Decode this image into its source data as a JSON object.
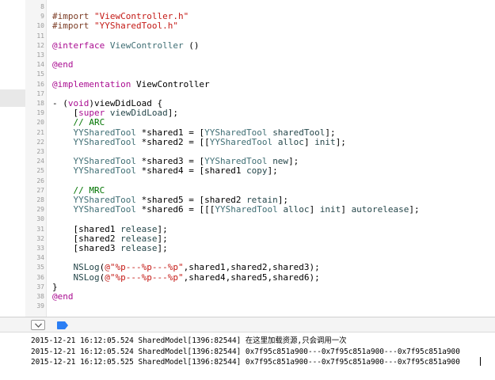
{
  "editor": {
    "lines": [
      {
        "num": "8",
        "tokens": []
      },
      {
        "num": "9",
        "tokens": [
          {
            "t": "dir",
            "v": "#import "
          },
          {
            "t": "str",
            "v": "\"ViewController.h\""
          }
        ]
      },
      {
        "num": "10",
        "tokens": [
          {
            "t": "dir",
            "v": "#import "
          },
          {
            "t": "str",
            "v": "\"YYSharedTool.h\""
          }
        ]
      },
      {
        "num": "11",
        "tokens": []
      },
      {
        "num": "12",
        "tokens": [
          {
            "t": "kw",
            "v": "@interface"
          },
          {
            "t": "pln",
            "v": " "
          },
          {
            "t": "cls",
            "v": "ViewController"
          },
          {
            "t": "pln",
            "v": " ()"
          }
        ]
      },
      {
        "num": "13",
        "tokens": []
      },
      {
        "num": "14",
        "tokens": [
          {
            "t": "kw",
            "v": "@end"
          }
        ]
      },
      {
        "num": "15",
        "tokens": []
      },
      {
        "num": "16",
        "tokens": [
          {
            "t": "kw",
            "v": "@implementation"
          },
          {
            "t": "pln",
            "v": " ViewController"
          }
        ]
      },
      {
        "num": "17",
        "tokens": []
      },
      {
        "num": "18",
        "tokens": [
          {
            "t": "pln",
            "v": "- ("
          },
          {
            "t": "kw",
            "v": "void"
          },
          {
            "t": "pln",
            "v": ")viewDidLoad {"
          }
        ]
      },
      {
        "num": "19",
        "tokens": [
          {
            "t": "pln",
            "v": "    ["
          },
          {
            "t": "kw",
            "v": "super"
          },
          {
            "t": "pln",
            "v": " "
          },
          {
            "t": "meth",
            "v": "viewDidLoad"
          },
          {
            "t": "pln",
            "v": "];"
          }
        ]
      },
      {
        "num": "20",
        "tokens": [
          {
            "t": "pln",
            "v": "    "
          },
          {
            "t": "cmt",
            "v": "// ARC"
          }
        ]
      },
      {
        "num": "21",
        "tokens": [
          {
            "t": "pln",
            "v": "    "
          },
          {
            "t": "cls",
            "v": "YYSharedTool"
          },
          {
            "t": "pln",
            "v": " *shared1 = ["
          },
          {
            "t": "cls",
            "v": "YYSharedTool"
          },
          {
            "t": "pln",
            "v": " "
          },
          {
            "t": "meth",
            "v": "sharedTool"
          },
          {
            "t": "pln",
            "v": "];"
          }
        ]
      },
      {
        "num": "22",
        "tokens": [
          {
            "t": "pln",
            "v": "    "
          },
          {
            "t": "cls",
            "v": "YYSharedTool"
          },
          {
            "t": "pln",
            "v": " *shared2 = [["
          },
          {
            "t": "cls",
            "v": "YYSharedTool"
          },
          {
            "t": "pln",
            "v": " "
          },
          {
            "t": "meth",
            "v": "alloc"
          },
          {
            "t": "pln",
            "v": "] "
          },
          {
            "t": "meth",
            "v": "init"
          },
          {
            "t": "pln",
            "v": "];"
          }
        ]
      },
      {
        "num": "23",
        "tokens": []
      },
      {
        "num": "24",
        "tokens": [
          {
            "t": "pln",
            "v": "    "
          },
          {
            "t": "cls",
            "v": "YYSharedTool"
          },
          {
            "t": "pln",
            "v": " *shared3 = ["
          },
          {
            "t": "cls",
            "v": "YYSharedTool"
          },
          {
            "t": "pln",
            "v": " "
          },
          {
            "t": "meth",
            "v": "new"
          },
          {
            "t": "pln",
            "v": "];"
          }
        ]
      },
      {
        "num": "25",
        "tokens": [
          {
            "t": "pln",
            "v": "    "
          },
          {
            "t": "cls",
            "v": "YYSharedTool"
          },
          {
            "t": "pln",
            "v": " *shared4 = [shared1 "
          },
          {
            "t": "meth",
            "v": "copy"
          },
          {
            "t": "pln",
            "v": "];"
          }
        ]
      },
      {
        "num": "26",
        "tokens": []
      },
      {
        "num": "27",
        "tokens": [
          {
            "t": "pln",
            "v": "    "
          },
          {
            "t": "cmt",
            "v": "// MRC"
          }
        ]
      },
      {
        "num": "28",
        "tokens": [
          {
            "t": "pln",
            "v": "    "
          },
          {
            "t": "cls",
            "v": "YYSharedTool"
          },
          {
            "t": "pln",
            "v": " *shared5 = [shared2 "
          },
          {
            "t": "meth",
            "v": "retain"
          },
          {
            "t": "pln",
            "v": "];"
          }
        ]
      },
      {
        "num": "29",
        "tokens": [
          {
            "t": "pln",
            "v": "    "
          },
          {
            "t": "cls",
            "v": "YYSharedTool"
          },
          {
            "t": "pln",
            "v": " *shared6 = [[["
          },
          {
            "t": "cls",
            "v": "YYSharedTool"
          },
          {
            "t": "pln",
            "v": " "
          },
          {
            "t": "meth",
            "v": "alloc"
          },
          {
            "t": "pln",
            "v": "] "
          },
          {
            "t": "meth",
            "v": "init"
          },
          {
            "t": "pln",
            "v": "] "
          },
          {
            "t": "meth",
            "v": "autorelease"
          },
          {
            "t": "pln",
            "v": "];"
          }
        ]
      },
      {
        "num": "30",
        "tokens": []
      },
      {
        "num": "31",
        "tokens": [
          {
            "t": "pln",
            "v": "    [shared1 "
          },
          {
            "t": "meth",
            "v": "release"
          },
          {
            "t": "pln",
            "v": "];"
          }
        ]
      },
      {
        "num": "32",
        "tokens": [
          {
            "t": "pln",
            "v": "    [shared2 "
          },
          {
            "t": "meth",
            "v": "release"
          },
          {
            "t": "pln",
            "v": "];"
          }
        ]
      },
      {
        "num": "33",
        "tokens": [
          {
            "t": "pln",
            "v": "    [shared3 "
          },
          {
            "t": "meth",
            "v": "release"
          },
          {
            "t": "pln",
            "v": "];"
          }
        ]
      },
      {
        "num": "34",
        "tokens": []
      },
      {
        "num": "35",
        "tokens": [
          {
            "t": "pln",
            "v": "    "
          },
          {
            "t": "meth",
            "v": "NSLog"
          },
          {
            "t": "pln",
            "v": "("
          },
          {
            "t": "str",
            "v": "@\"%p---%p---%p\""
          },
          {
            "t": "pln",
            "v": ",shared1,shared2,shared3);"
          }
        ]
      },
      {
        "num": "36",
        "tokens": [
          {
            "t": "pln",
            "v": "    "
          },
          {
            "t": "meth",
            "v": "NSLog"
          },
          {
            "t": "pln",
            "v": "("
          },
          {
            "t": "str",
            "v": "@\"%p---%p---%p\""
          },
          {
            "t": "pln",
            "v": ",shared4,shared5,shared6);"
          }
        ]
      },
      {
        "num": "37",
        "tokens": [
          {
            "t": "pln",
            "v": "}"
          }
        ]
      },
      {
        "num": "38",
        "tokens": [
          {
            "t": "kw",
            "v": "@end"
          }
        ]
      },
      {
        "num": "39",
        "tokens": []
      }
    ]
  },
  "toolbar": {
    "hide_debug_icon": "chevron-down-icon",
    "breakpoints_icon": "breakpoint-arrow-icon"
  },
  "console": {
    "lines": [
      "2015-12-21 16:12:05.524 SharedModel[1396:82544] 在这里加载资源,只会调用一次",
      "2015-12-21 16:12:05.524 SharedModel[1396:82544] 0x7f95c851a900---0x7f95c851a900---0x7f95c851a900",
      "2015-12-21 16:12:05.525 SharedModel[1396:82544] 0x7f95c851a900---0x7f95c851a900---0x7f95c851a900"
    ]
  },
  "colors": {
    "directive": "#7b3b23",
    "string": "#c41a16",
    "keyword": "#aa0d91",
    "class": "#3f6e74",
    "method": "#26474b",
    "comment": "#007400",
    "breakpoint_blue": "#2a7ef4"
  }
}
